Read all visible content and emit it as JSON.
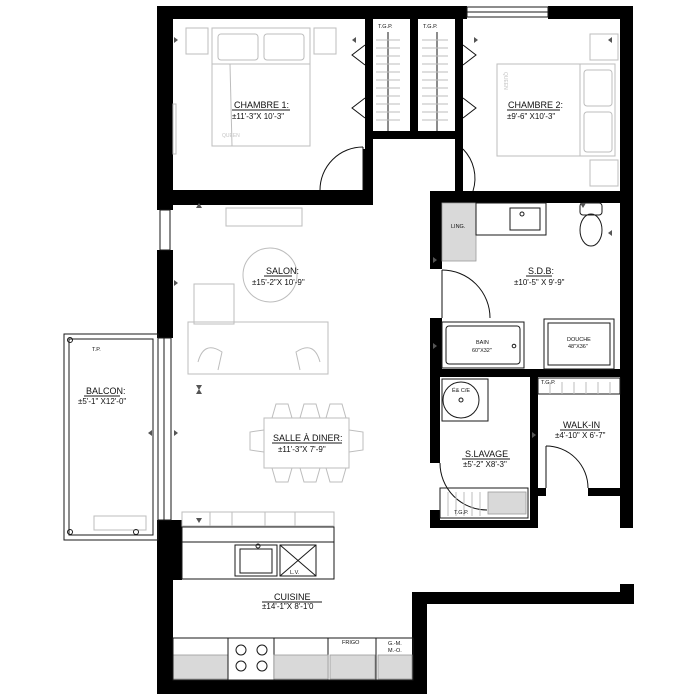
{
  "rooms": [
    {
      "id": "chambre1",
      "name": "CHAMBRE 1:",
      "dims": "±11'-3\"X 10'-3\""
    },
    {
      "id": "chambre2",
      "name": "CHAMBRE 2:",
      "dims": "±9'-6\" X10'-3\""
    },
    {
      "id": "salon",
      "name": "SALON:",
      "dims": "±15'-2\"X 10'-9\""
    },
    {
      "id": "sdb",
      "name": "S.D.B:",
      "dims": "±10'-5\" X 9'-9\""
    },
    {
      "id": "balcon",
      "name": "BALCON:",
      "dims": "±5'-1\" X12'-0\""
    },
    {
      "id": "diner",
      "name": "SALLE À DINER:",
      "dims": "±11'-3\"X 7'-9\""
    },
    {
      "id": "walkin",
      "name": "WALK-IN",
      "dims": "±4'-10\" X 6'-7\""
    },
    {
      "id": "lavage",
      "name": "S.LAVAGE",
      "dims": "±5'-2\" X8'-3\""
    },
    {
      "id": "cuisine",
      "name": "CUISINE",
      "dims": "±14'-1\"X 8'-1'0"
    }
  ],
  "labels": {
    "tgp": "T.G.P.",
    "queen": "QUEEN",
    "ling": "LING.",
    "bain": "BAIN",
    "bain_size": "60\"X32\"",
    "douche": "DOUCHE",
    "douche_size": "48\"X36\"",
    "tp": "T.P.",
    "lv": "L.V.",
    "frigo": "FRIGO",
    "gm": "G.-M.",
    "mo": "M.-O.",
    "washer": "É& C/E"
  },
  "colors": {
    "wall": "#000000",
    "furniture": "#bdbdbd",
    "line": "#1a1a1a"
  }
}
